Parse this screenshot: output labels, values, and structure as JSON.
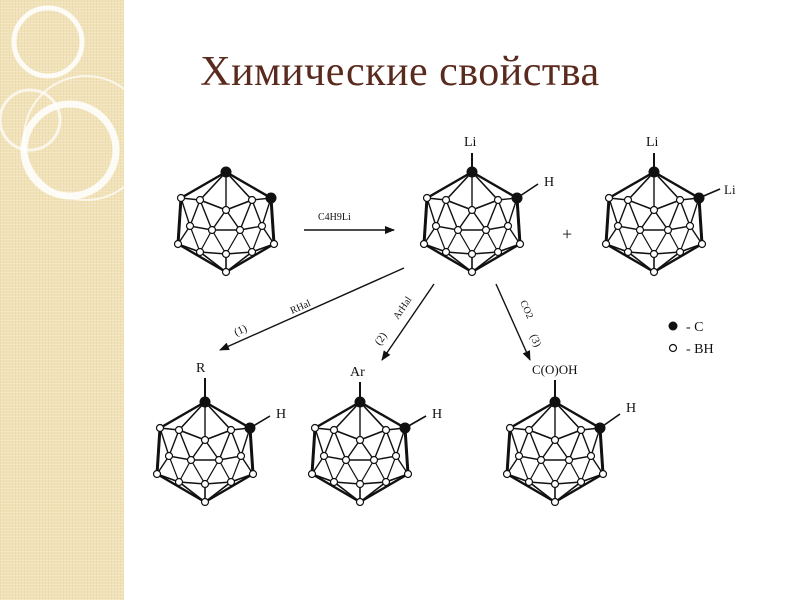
{
  "slide": {
    "title": "Химические свойства"
  },
  "scheme": {
    "reagent_main": "C4H9Li",
    "plus_sign": "+",
    "top_middle": {
      "top_label": "Li",
      "side_label": "H"
    },
    "top_right": {
      "top_label": "Li",
      "side_label": "Li"
    },
    "branch1": {
      "step": "(1)",
      "reagent": "RHal"
    },
    "branch2": {
      "step": "(2)",
      "reagent": "ArHal"
    },
    "branch3": {
      "step": "(3)",
      "reagent": "CO2"
    },
    "product1": {
      "top_label": "R",
      "side_label": "H"
    },
    "product2": {
      "top_label": "Ar",
      "side_label": "H"
    },
    "product3": {
      "top_label": "C(O)OH",
      "side_label": "H"
    },
    "legend": [
      {
        "symbol": "filled-circle",
        "text": "- C"
      },
      {
        "symbol": "open-circle",
        "text": "- BH"
      }
    ]
  }
}
